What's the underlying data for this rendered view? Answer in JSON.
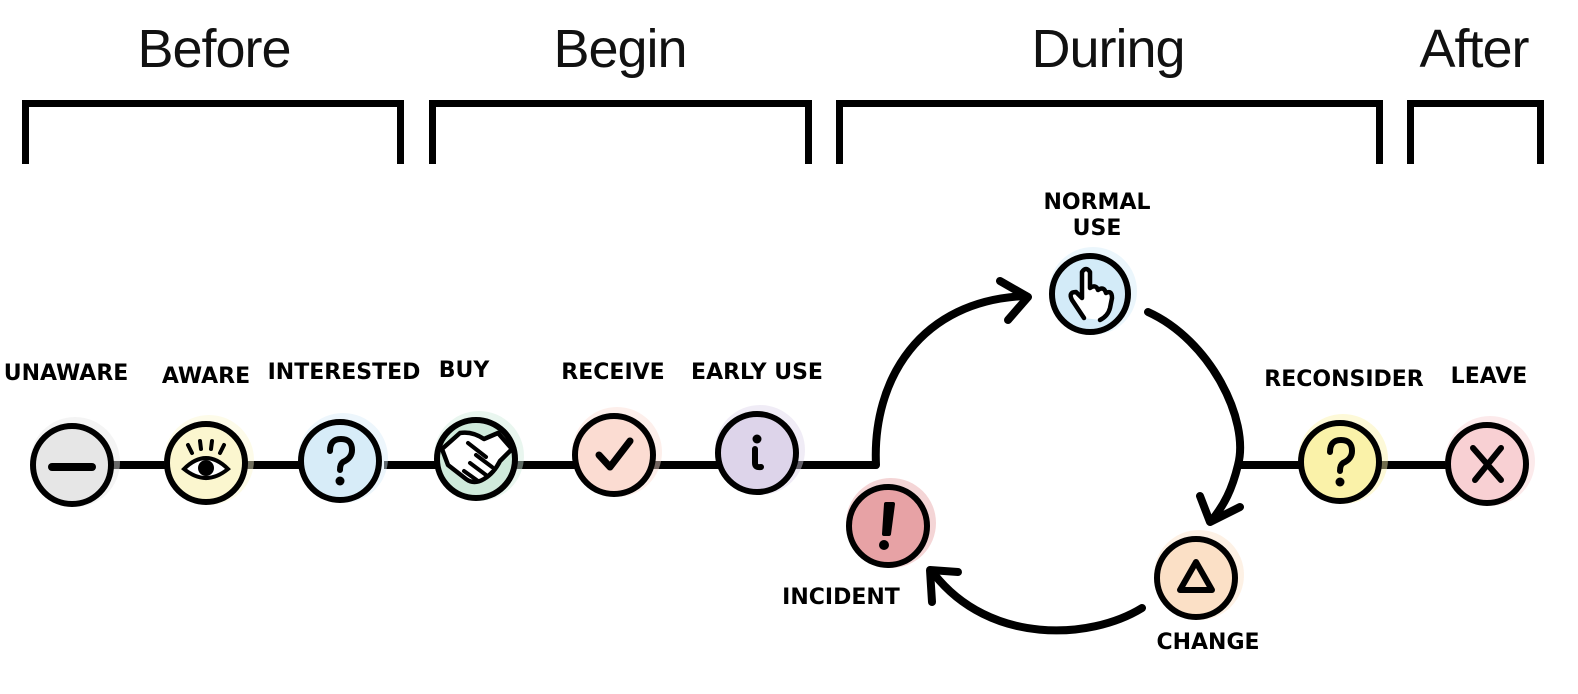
{
  "phases": [
    {
      "id": "before",
      "label": "Before"
    },
    {
      "id": "begin",
      "label": "Begin"
    },
    {
      "id": "during",
      "label": "During"
    },
    {
      "id": "after",
      "label": "After"
    }
  ],
  "stages": [
    {
      "id": "unaware",
      "label": "UNAWARE",
      "icon": "minus-icon",
      "color": "#e6e6e6",
      "phase": "before"
    },
    {
      "id": "aware",
      "label": "AWARE",
      "icon": "eye-icon",
      "color": "#fbf6cf",
      "phase": "before"
    },
    {
      "id": "interested",
      "label": "INTERESTED",
      "icon": "question-icon",
      "color": "#d7ecf8",
      "phase": "before"
    },
    {
      "id": "buy",
      "label": "BUY",
      "icon": "handshake-icon",
      "color": "#cfeadb",
      "phase": "begin"
    },
    {
      "id": "receive",
      "label": "RECEIVE",
      "icon": "checkmark-icon",
      "color": "#fbdcd2",
      "phase": "begin"
    },
    {
      "id": "early-use",
      "label": "EARLY USE",
      "icon": "info-icon",
      "color": "#ddd4ea",
      "phase": "begin"
    },
    {
      "id": "normal-use",
      "label": "NORMAL USE",
      "label_lines": [
        "NORMAL",
        "USE"
      ],
      "icon": "pointing-hand-icon",
      "color": "#d3ebf8",
      "phase": "during"
    },
    {
      "id": "change",
      "label": "CHANGE",
      "icon": "triangle-icon",
      "color": "#fbe0c6",
      "phase": "during"
    },
    {
      "id": "incident",
      "label": "INCIDENT",
      "icon": "exclamation-icon",
      "color": "#e7a2a5",
      "phase": "during"
    },
    {
      "id": "reconsider",
      "label": "RECONSIDER",
      "icon": "question-icon",
      "color": "#faf2a9",
      "phase": "after"
    },
    {
      "id": "leave",
      "label": "LEAVE",
      "icon": "x-icon",
      "color": "#f8d0d3",
      "phase": "after"
    }
  ],
  "cycle": [
    "normal-use",
    "change",
    "incident"
  ]
}
